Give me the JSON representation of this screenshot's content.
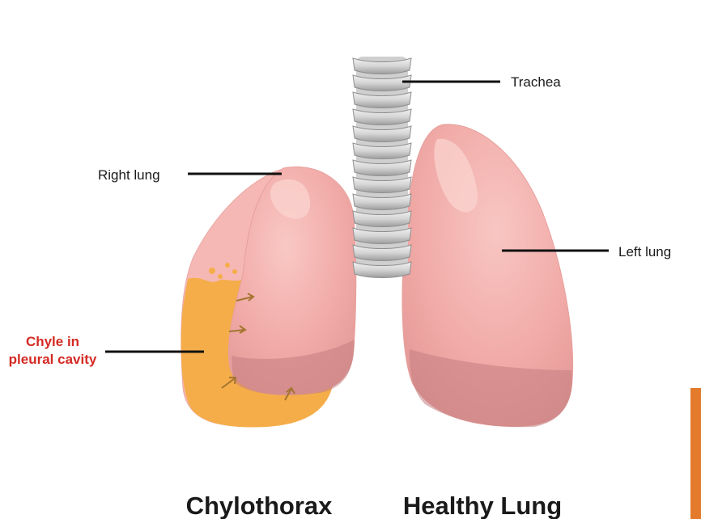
{
  "labels": {
    "trachea": "Trachea",
    "right_lung": "Right lung",
    "left_lung": "Left lung",
    "chyle_line1": "Chyle in",
    "chyle_line2": "pleural cavity"
  },
  "captions": {
    "left": "Chylothorax",
    "right": "Healthy Lung"
  },
  "colors": {
    "lung_pink": "#f2a9a6",
    "lung_dark": "#c97f80",
    "chyle_orange": "#f5ad4a",
    "trachea_gray": "#c8c8c8",
    "label_red": "#d42a24",
    "arrow_brown": "#a4752f"
  }
}
